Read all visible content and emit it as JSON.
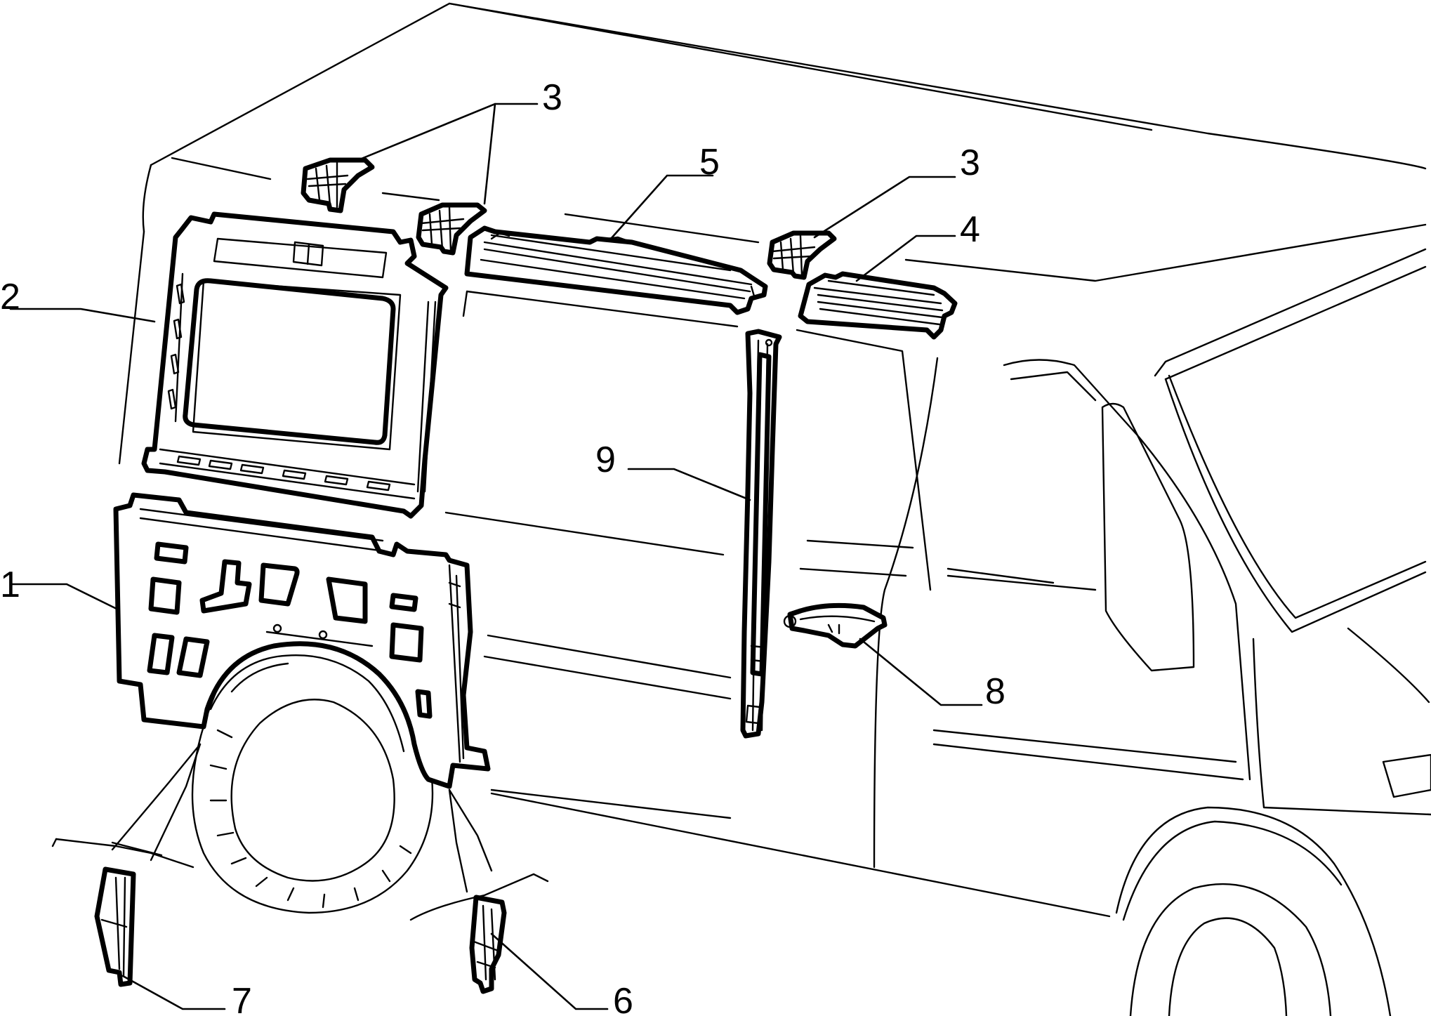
{
  "diagram": {
    "callouts": [
      {
        "id": "c1",
        "label": "1"
      },
      {
        "id": "c2",
        "label": "2"
      },
      {
        "id": "c3a",
        "label": "3"
      },
      {
        "id": "c3b",
        "label": "3"
      },
      {
        "id": "c4",
        "label": "4"
      },
      {
        "id": "c5",
        "label": "5"
      },
      {
        "id": "c6",
        "label": "6"
      },
      {
        "id": "c7",
        "label": "7"
      },
      {
        "id": "c8",
        "label": "8"
      },
      {
        "id": "c9",
        "label": "9"
      }
    ]
  }
}
